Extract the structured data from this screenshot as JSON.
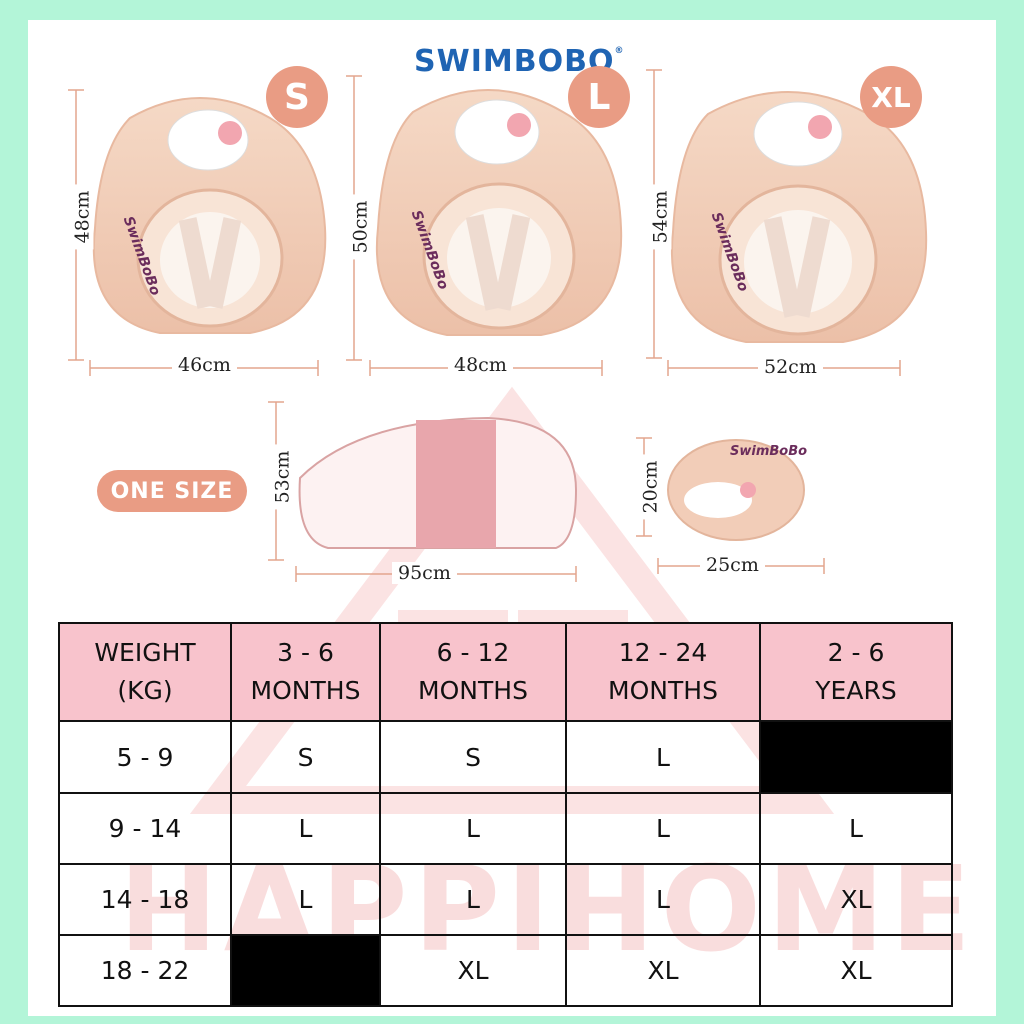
{
  "brand": {
    "name": "SWIMBOBO",
    "mark": "®"
  },
  "watermark": "HAPPIHOME",
  "products": [
    {
      "size": "S",
      "height": "48cm",
      "width": "46cm"
    },
    {
      "size": "L",
      "height": "50cm",
      "width": "48cm"
    },
    {
      "size": "XL",
      "height": "54cm",
      "width": "52cm"
    }
  ],
  "one_size": {
    "label": "ONE SIZE",
    "canopy": {
      "height": "53cm",
      "width": "95cm"
    },
    "pillow": {
      "height": "20cm",
      "width": "25cm",
      "logo": "SwimBoBo"
    }
  },
  "float_logo": "SwimBoBo",
  "table": {
    "headers": [
      [
        "WEIGHT",
        "(KG)"
      ],
      [
        "3 - 6",
        "MONTHS"
      ],
      [
        "6 - 12",
        "MONTHS"
      ],
      [
        "12 - 24",
        "MONTHS"
      ],
      [
        "2 - 6",
        "YEARS"
      ]
    ],
    "rows": [
      [
        "5 - 9",
        "S",
        "S",
        "L",
        ""
      ],
      [
        "9 - 14",
        "L",
        "L",
        "L",
        "L"
      ],
      [
        "14 - 18",
        "L",
        "L",
        "L",
        "XL"
      ],
      [
        "18 - 22",
        "",
        "XL",
        "XL",
        "XL"
      ]
    ],
    "blank_cells": [
      [
        0,
        4
      ],
      [
        3,
        1
      ]
    ]
  },
  "colors": {
    "background": "#b3f5d8",
    "accent": "#e99c84",
    "header": "#f8c3cc",
    "brand": "#1f64b3",
    "float": "#f2cdb8"
  }
}
